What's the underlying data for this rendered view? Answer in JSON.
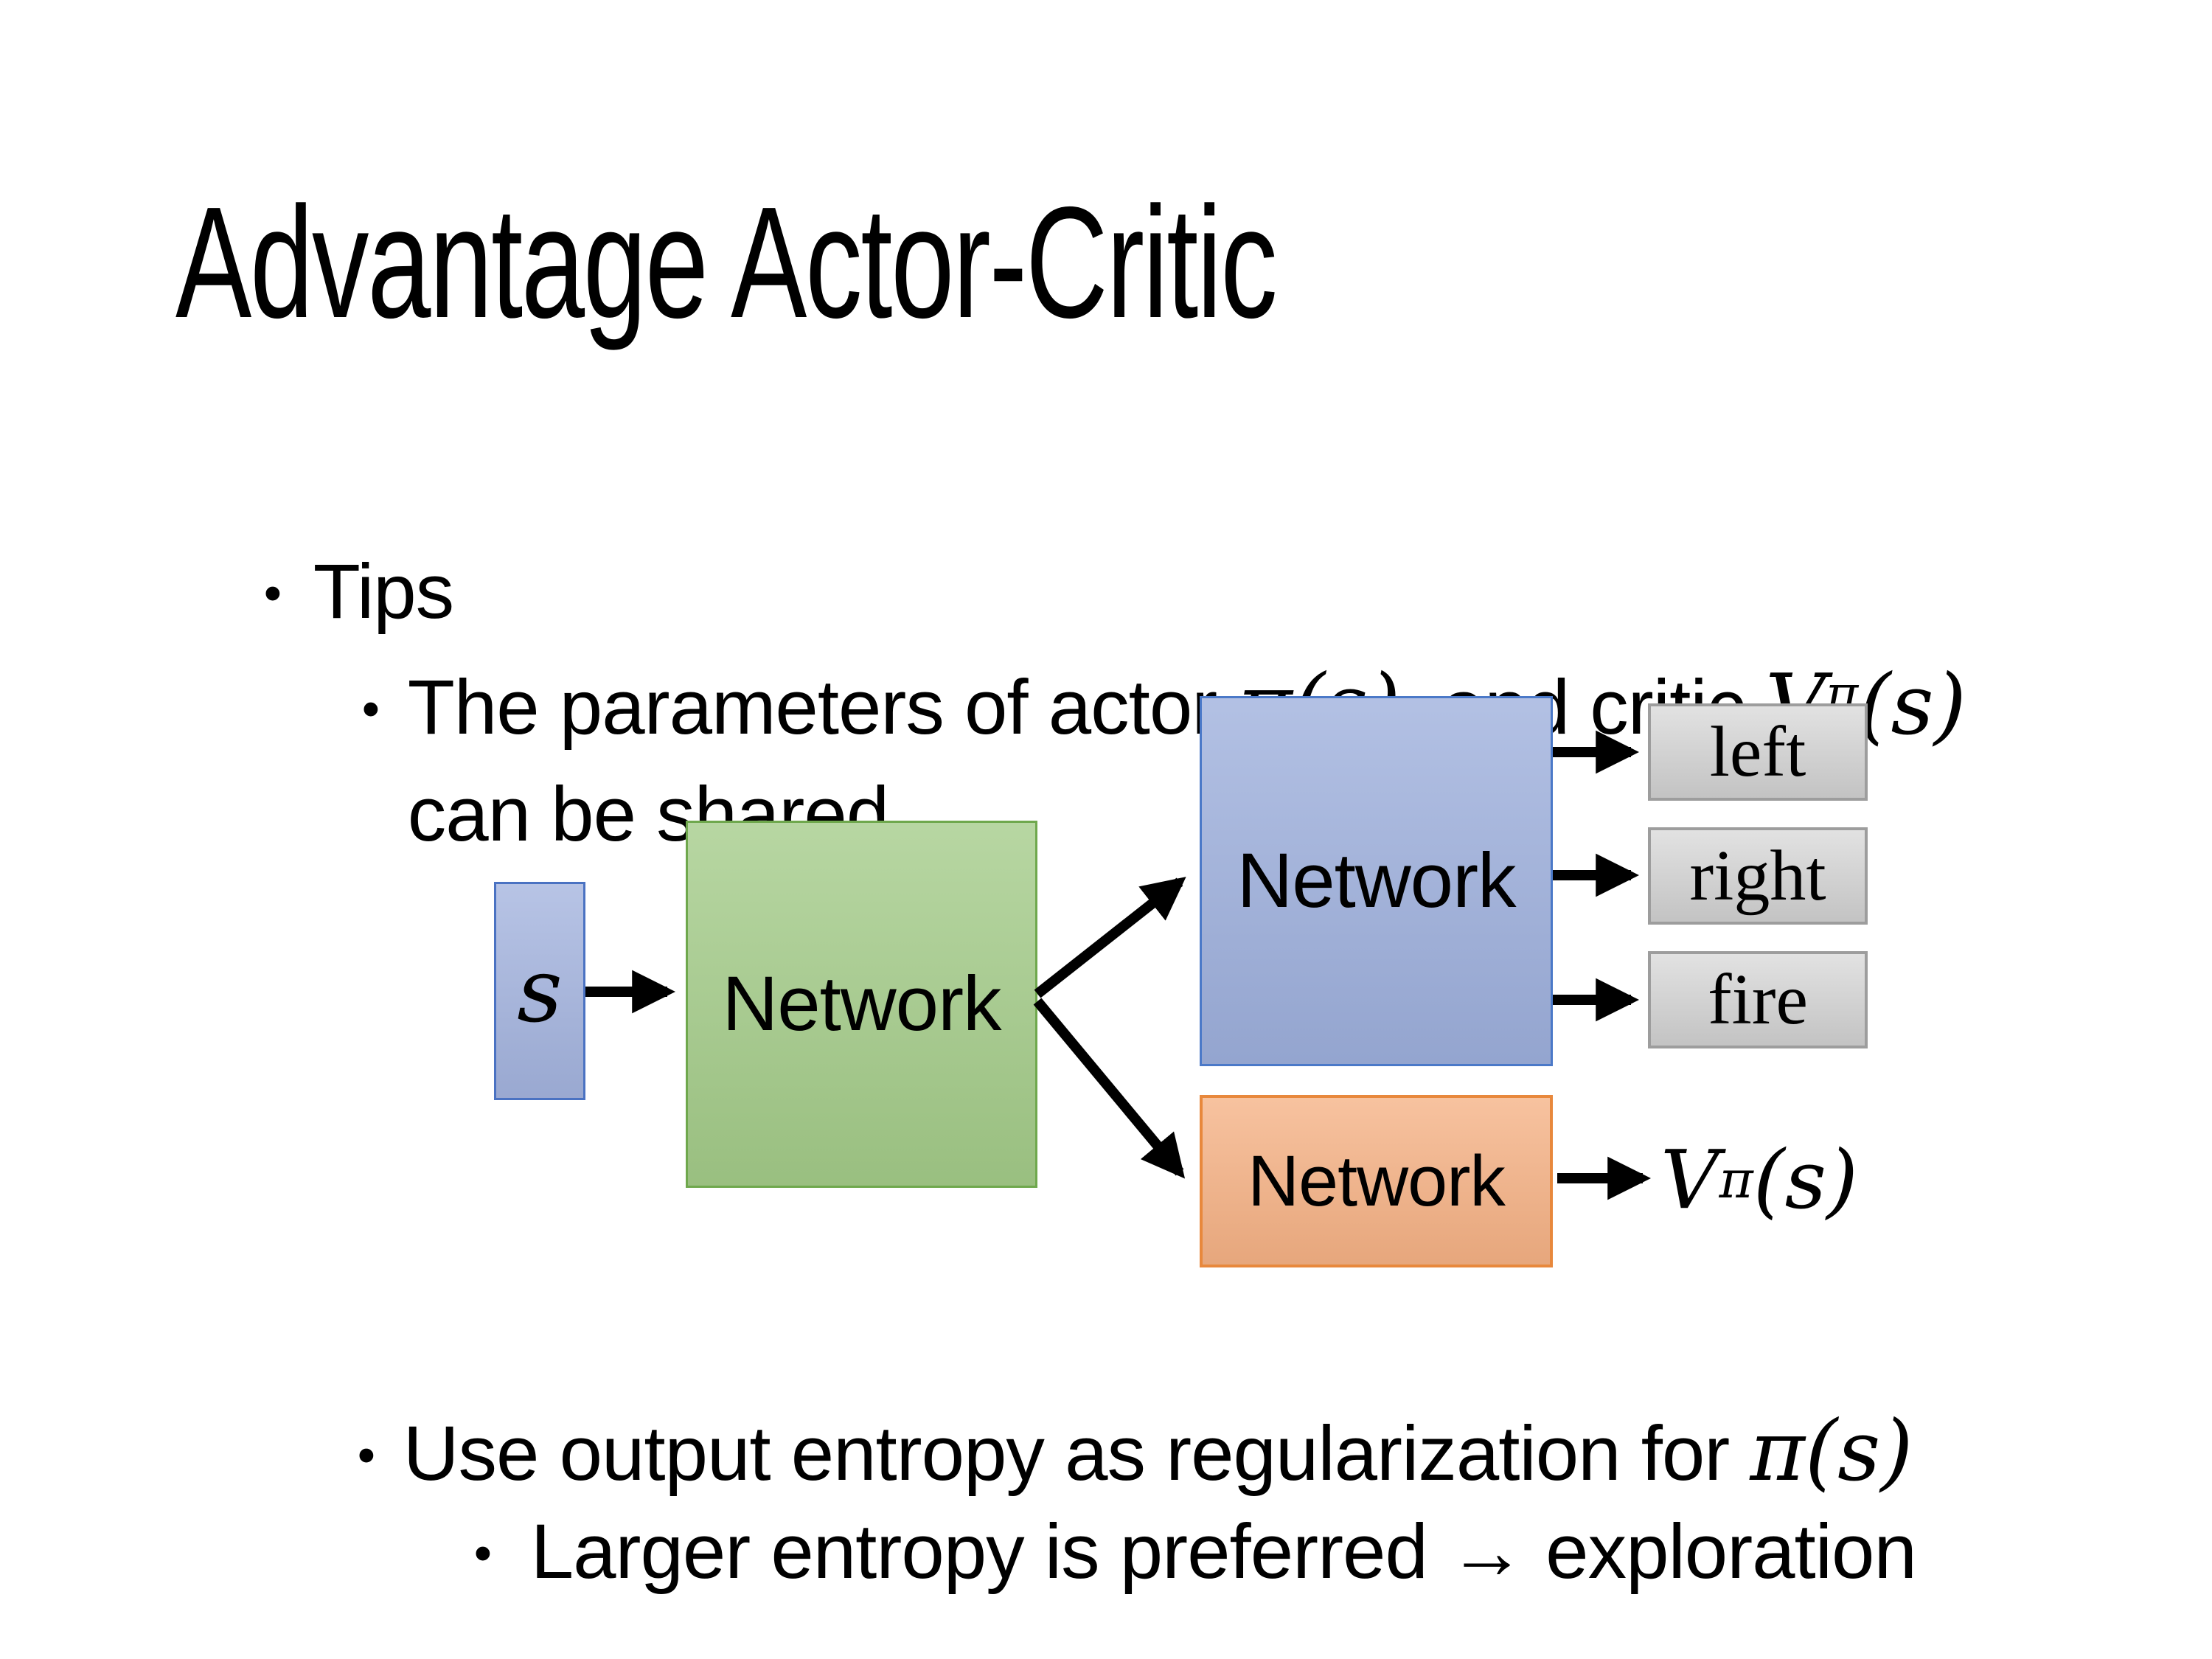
{
  "slide": {
    "title": "Advantage Actor-Critic",
    "bullet_char": "•",
    "tips_label": "Tips",
    "shared_line": {
      "prefix": "The parameters of actor ",
      "actor_math": "π(s)",
      "middle": "  and critic ",
      "critic_base": "V",
      "critic_sup": "π",
      "critic_args": "(s)",
      "continuation": "can be shared"
    },
    "entropy_line": {
      "prefix": "Use output entropy as regularization for ",
      "math": "π(s)"
    },
    "exploration_line": "Larger entropy is preferred → exploration"
  },
  "diagram": {
    "state_label": "s",
    "shared_network_label": "Network",
    "actor_network_label": "Network",
    "critic_network_label": "Network",
    "action_outputs": [
      "left",
      "right",
      "fire"
    ],
    "critic_output": {
      "base": "V",
      "sup": "π",
      "args": "(s)"
    },
    "colors": {
      "state_fill": "#a3b3de",
      "state_border": "#4a72c2",
      "shared_fill": "#a3cb88",
      "shared_border": "#6fa84d",
      "actor_fill": "#9dafdc",
      "actor_border": "#4b79c8",
      "critic_fill": "#f5b184",
      "critic_border": "#e8883c",
      "output_fill": "#d2d2d2",
      "output_border": "#9d9d9d",
      "arrow": "#000000"
    }
  }
}
